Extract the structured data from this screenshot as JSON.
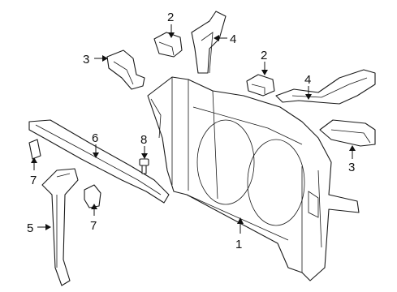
{
  "diagram": {
    "callouts": [
      {
        "id": "c1",
        "label": "1"
      },
      {
        "id": "c2a",
        "label": "2"
      },
      {
        "id": "c2b",
        "label": "2"
      },
      {
        "id": "c3a",
        "label": "3"
      },
      {
        "id": "c3b",
        "label": "3"
      },
      {
        "id": "c4a",
        "label": "4"
      },
      {
        "id": "c4b",
        "label": "4"
      },
      {
        "id": "c5",
        "label": "5"
      },
      {
        "id": "c6",
        "label": "6"
      },
      {
        "id": "c7a",
        "label": "7"
      },
      {
        "id": "c7b",
        "label": "7"
      },
      {
        "id": "c8",
        "label": "8"
      }
    ]
  }
}
